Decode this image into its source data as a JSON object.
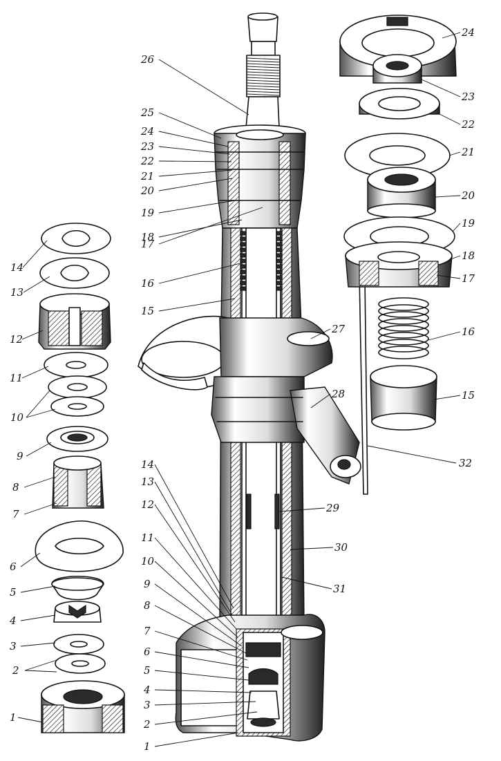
{
  "diagram": {
    "colors": {
      "ink": "#111111",
      "paper": "#ffffff"
    },
    "labels": {
      "left": [
        "14",
        "13",
        "12",
        "11",
        "10",
        "9",
        "8",
        "7",
        "6",
        "5",
        "4",
        "3",
        "2",
        "1"
      ],
      "center_upper": [
        "26",
        "25",
        "24",
        "23",
        "22",
        "21",
        "20",
        "19",
        "18",
        "17",
        "16",
        "15"
      ],
      "center_lower": [
        "14",
        "13",
        "12",
        "11",
        "10",
        "9",
        "8",
        "7",
        "6",
        "5",
        "4",
        "3",
        "2",
        "1"
      ],
      "center_right": [
        "27",
        "28",
        "29",
        "30",
        "31"
      ],
      "right": [
        "24",
        "23",
        "22",
        "21",
        "20",
        "19",
        "18",
        "17",
        "16",
        "15",
        "32"
      ]
    }
  }
}
